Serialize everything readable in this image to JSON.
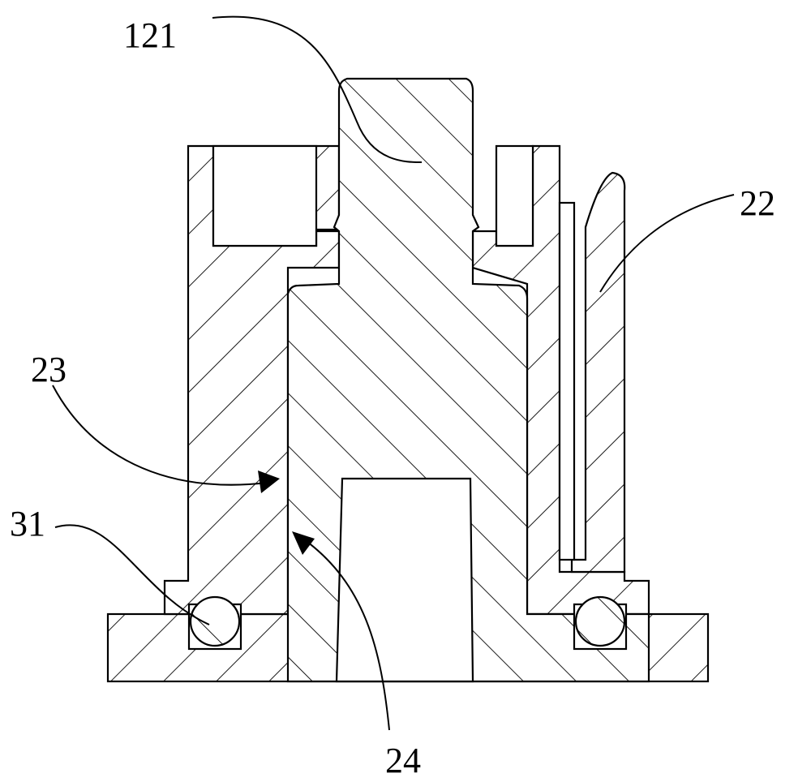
{
  "figure": {
    "labels": {
      "part_121": "121",
      "part_22": "22",
      "part_23": "23",
      "part_31": "31",
      "part_24": "24"
    },
    "colors": {
      "line": "#000000",
      "background": "#ffffff"
    }
  }
}
